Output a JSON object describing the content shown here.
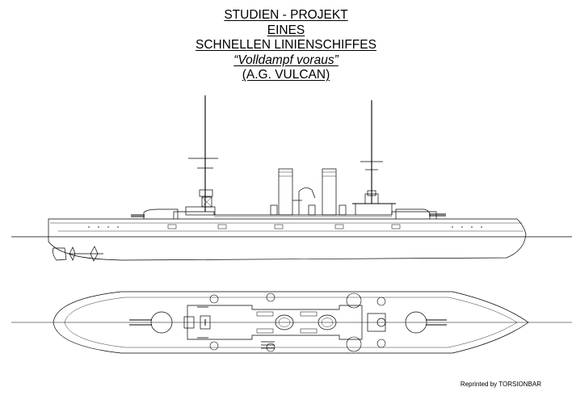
{
  "title": {
    "line1": "STUDIEN - PROJEKT",
    "line2": "EINES",
    "line3": "SCHNELLEN  LINIENSCHIFFES",
    "line4": "“Volldampf voraus”",
    "line5": "(A.G. VULCAN)"
  },
  "credit": "Reprinted by TORSIONBAR",
  "views": [
    "side-elevation",
    "deck-plan"
  ]
}
